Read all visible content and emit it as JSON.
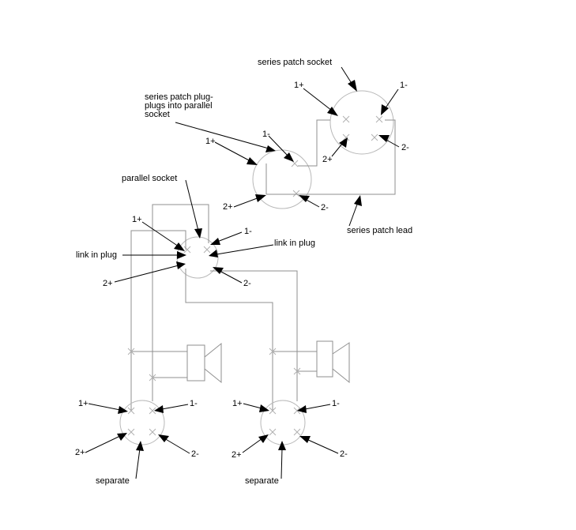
{
  "labels": {
    "series_patch_socket": "series patch socket",
    "series_patch_plug_line1": "series patch plug-",
    "series_patch_plug_line2": "plugs into parallel",
    "series_patch_plug_line3": "socket",
    "parallel_socket": "parallel socket",
    "link_in_plug_left": "link in plug",
    "link_in_plug_right": "link in plug",
    "series_patch_lead": "series patch lead",
    "separate_left": "separate",
    "separate_right": "separate"
  },
  "pins": {
    "one_plus": "1+",
    "one_minus": "1-",
    "two_plus": "2+",
    "two_minus": "2-"
  }
}
